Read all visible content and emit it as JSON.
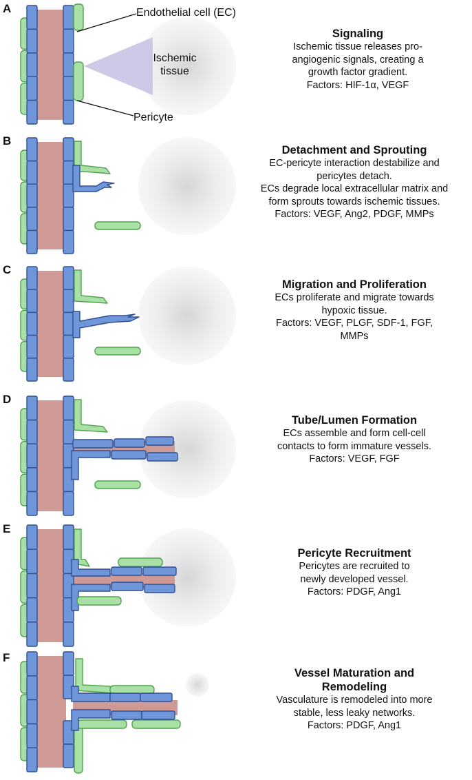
{
  "colors": {
    "endothelial_fill": "#6e96d8",
    "endothelial_stroke": "#2f4f93",
    "pericyte_fill": "#a9e0a6",
    "pericyte_stroke": "#4ea24c",
    "lumen": "#cf9a96",
    "ischemic_tissue": "#e6e6e6",
    "gradient": "#c4c0e2"
  },
  "callouts": {
    "endothelial_cell": "Endothelial cell (EC)",
    "ischemic_tissue_line1": "Ischemic",
    "ischemic_tissue_line2": "tissue",
    "pericyte": "Pericyte"
  },
  "panels": [
    {
      "letter": "A",
      "title": [
        "Signaling"
      ],
      "lines": [
        "Ischemic tissue releases pro-",
        "angiogenic signals, creating a",
        "growth factor gradient.",
        "Factors: HIF-1α, VEGF"
      ]
    },
    {
      "letter": "B",
      "title": [
        "Detachment and Sprouting"
      ],
      "lines": [
        "EC-pericyte interaction destabilize and",
        "pericytes detach.",
        "ECs degrade local extracellular matrix and",
        "form sprouts towards ischemic tissues.",
        "Factors: VEGF, Ang2, PDGF, MMPs"
      ]
    },
    {
      "letter": "C",
      "title": [
        "Migration and Proliferation"
      ],
      "lines": [
        "ECs proliferate and migrate towards",
        "hypoxic tissue.",
        "Factors: VEGF, PLGF, SDF-1, FGF,",
        "MMPs"
      ]
    },
    {
      "letter": "D",
      "title": [
        "Tube/Lumen Formation"
      ],
      "lines": [
        "ECs assemble and form cell-cell",
        "contacts to form immature vessels.",
        "Factors: VEGF, FGF"
      ]
    },
    {
      "letter": "E",
      "title": [
        "Pericyte Recruitment"
      ],
      "lines": [
        "Pericytes are recruited to",
        "newly developed vessel.",
        "Factors: PDGF, Ang1"
      ]
    },
    {
      "letter": "F",
      "title": [
        "Vessel Maturation and",
        "Remodeling"
      ],
      "lines": [
        "Vasculature is remodeled into more",
        "stable, less leaky networks.",
        "Factors: PDGF, Ang1"
      ]
    }
  ]
}
